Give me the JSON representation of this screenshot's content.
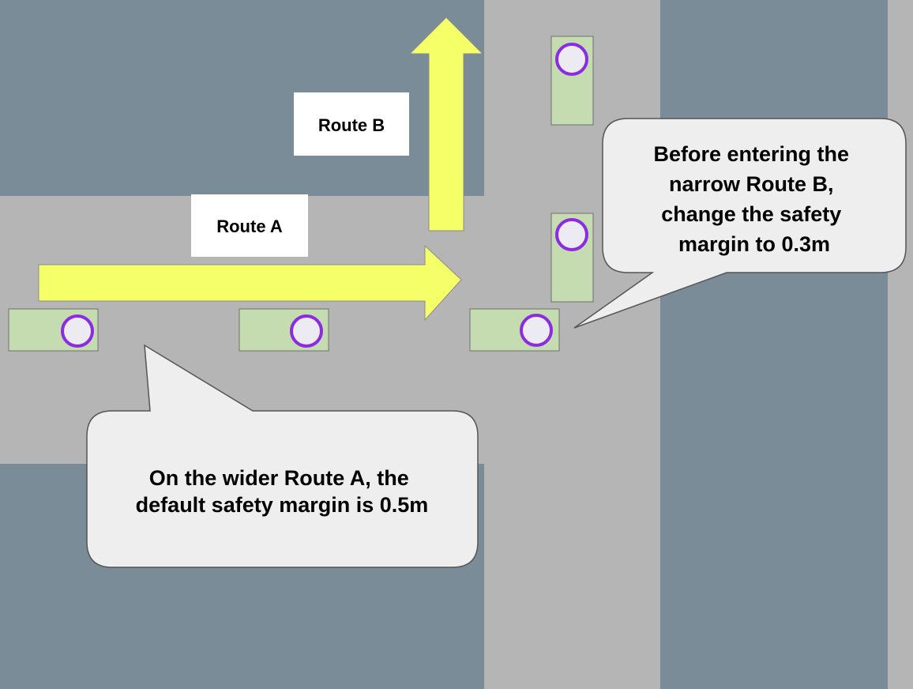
{
  "colors": {
    "road": "#b5b5b5",
    "block": "#7a8c98",
    "arrow_fill": "#f5ff68",
    "arrow_stroke": "#8c8c8c",
    "vehicle_fill": "#c4dcb0",
    "vehicle_stroke": "#6f6f6f",
    "marker_fill": "#ecebf2",
    "marker_stroke": "#8b2be2",
    "callout_fill": "#eeeeee",
    "callout_stroke": "#555555",
    "label_fill": "#ffffff"
  },
  "routes": {
    "route_a": {
      "label": "Route A",
      "direction": "east"
    },
    "route_b": {
      "label": "Route B",
      "direction": "north"
    }
  },
  "vehicles": [
    {
      "id": "vehicle-1",
      "orientation": "horizontal",
      "icon": "circle-marker"
    },
    {
      "id": "vehicle-2",
      "orientation": "horizontal",
      "icon": "circle-marker"
    },
    {
      "id": "vehicle-3",
      "orientation": "horizontal",
      "icon": "circle-marker"
    },
    {
      "id": "vehicle-4",
      "orientation": "vertical",
      "icon": "circle-marker"
    },
    {
      "id": "vehicle-5",
      "orientation": "vertical",
      "icon": "circle-marker"
    }
  ],
  "callouts": {
    "route_b_note": {
      "lines": [
        "Before entering the",
        "narrow Route B,",
        "change the safety",
        "margin to 0.3m"
      ]
    },
    "route_a_note": {
      "lines": [
        "On the wider Route A, the",
        "default safety margin is 0.5m"
      ]
    }
  }
}
